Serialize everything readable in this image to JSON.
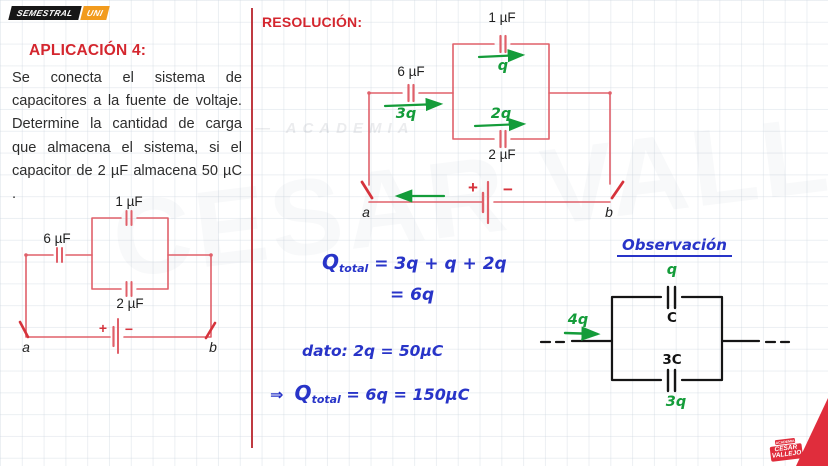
{
  "badge": {
    "left": "SEMESTRAL",
    "right": "UNI"
  },
  "watermark": {
    "big": "CESAR VALLEJO",
    "academia": "— ACADEMIA"
  },
  "left_panel": {
    "title": "APLICACIÓN 4:",
    "problem_lines": [
      "Se conecta el sistema de",
      "capacitores a la fuente de voltaje.",
      "Determine la cantidad de carga",
      "que almacena el sistema, si el",
      "capacitor de 2 µF almacena 50 µC ."
    ],
    "circuit": {
      "cap_top": "1 µF",
      "cap_left": "6 µF",
      "cap_bottom": "2 µF",
      "battery_plus": "+",
      "battery_minus": "−",
      "node_a": "a",
      "node_b": "b"
    }
  },
  "right_panel": {
    "title": "RESOLUCIÓN:",
    "circuit": {
      "cap_top": "1 µF",
      "cap_left": "6 µF",
      "cap_bottom": "2 µF",
      "charge_top": "q",
      "charge_left": "3q",
      "charge_bottom": "2q",
      "battery_plus": "+",
      "battery_minus": "−",
      "node_a": "a",
      "node_b": "b"
    },
    "work": {
      "line1_q": "Q",
      "line1_sub": "total",
      "line1_rhs": " = 3q + q + 2q",
      "line2": "= 6q",
      "line3_label": "dato:",
      "line3_eq": "  2q = 50µC",
      "line4_arrow": "⇒",
      "line4_q": "Q",
      "line4_sub": "total",
      "line4_rhs": " = 6q = 150µC"
    },
    "observation": {
      "title": "Observación",
      "charge_top": "q",
      "cap_top": "C",
      "cap_bottom": "3C",
      "charge_bottom": "3q",
      "charge_in": "4q"
    }
  },
  "logo": {
    "top": "ACADEMIA",
    "line1": "CESAR",
    "line2": "VALLEJO"
  },
  "colors": {
    "accent_red": "#d4262e",
    "circuit_red": "#e0606a",
    "mark_red": "#d6333c",
    "ink_green": "#149c3a",
    "ink_blue": "#2834c8",
    "badge_orange": "#f29b1d"
  }
}
